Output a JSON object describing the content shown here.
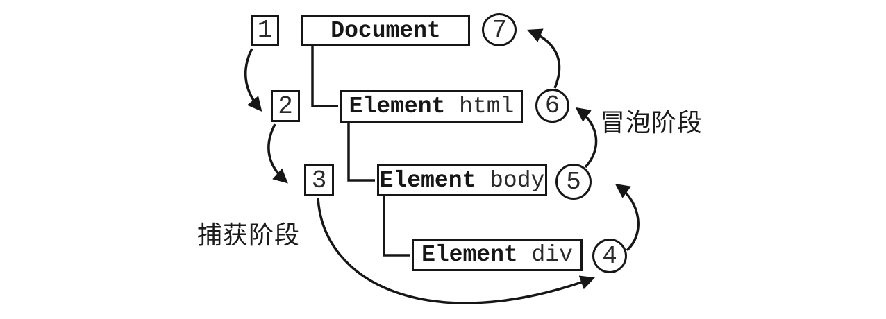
{
  "diagram": {
    "phase_labels": {
      "capture": "捕获阶段",
      "bubble": "冒泡阶段"
    },
    "nodes": [
      {
        "type": "Document",
        "tag": ""
      },
      {
        "type": "Element",
        "tag": " html"
      },
      {
        "type": "Element",
        "tag": " body"
      },
      {
        "type": "Element",
        "tag": " div"
      }
    ],
    "sequence_markers": {
      "squares": [
        "1",
        "2",
        "3"
      ],
      "circles": [
        "4",
        "5",
        "6",
        "7"
      ]
    }
  }
}
